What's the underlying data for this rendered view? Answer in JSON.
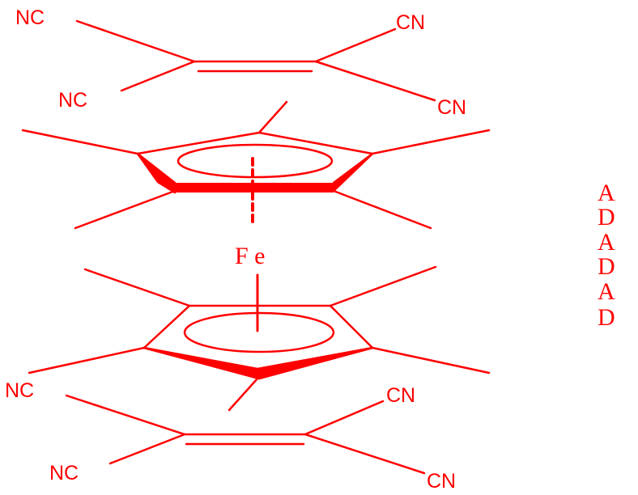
{
  "colors": {
    "ink": "#ff0000",
    "background": "#ffffff"
  },
  "labels": {
    "top_left_upper": "NC",
    "top_right_upper": "CN",
    "top_left_lower": "NC",
    "top_right_lower": "CN",
    "metal": "F e",
    "bottom_left_upper": "NC",
    "bottom_right_upper": "CN",
    "bottom_left_lower": "NC",
    "bottom_right_lower": "CN"
  },
  "stack_sequence": [
    "A",
    "D",
    "A",
    "D",
    "A",
    "D"
  ]
}
